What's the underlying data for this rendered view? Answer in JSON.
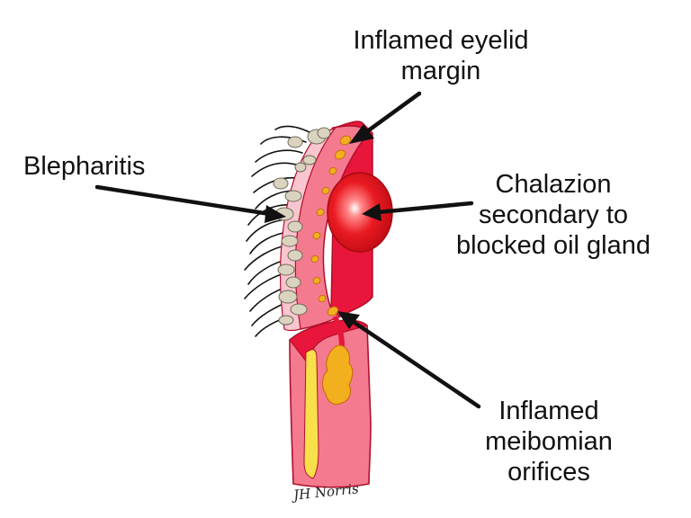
{
  "labels": {
    "eyelid_margin": [
      "Inflamed eyelid",
      "margin"
    ],
    "blepharitis": [
      "Blepharitis"
    ],
    "chalazion": [
      "Chalazion",
      "secondary to",
      "blocked oil gland"
    ],
    "meibomian": [
      "Inflamed",
      "meibomian",
      "orifices"
    ]
  },
  "signature": "JH Norris",
  "colors": {
    "lid_dark": "#e8163a",
    "lid_pink": "#f47a90",
    "lid_pale": "#f9c6d0",
    "chalazion": "#e5141e",
    "orifice": "#f2b01e",
    "debris": "#d9d3c0",
    "stroke": "#b0102a"
  }
}
